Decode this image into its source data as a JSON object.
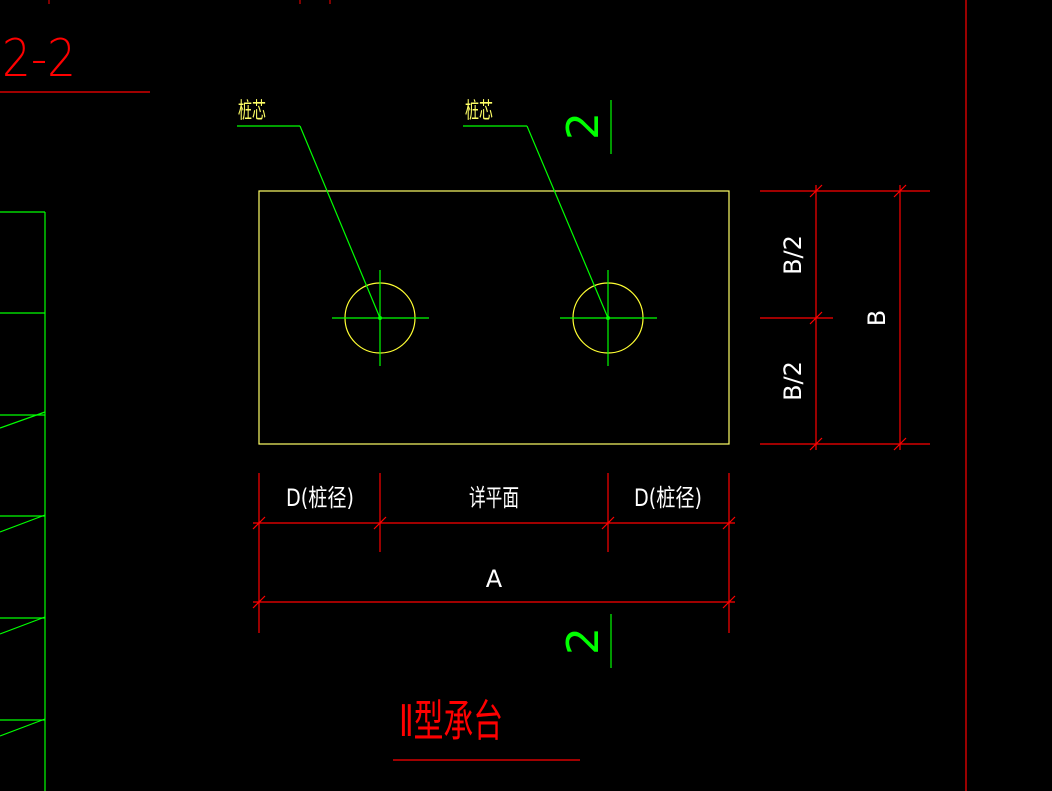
{
  "drawing": {
    "section_label": "2-2",
    "pile_center_label_left": "桩芯",
    "pile_center_label_right": "桩芯",
    "section_mark_top": "2",
    "section_mark_bottom": "2",
    "dim_right_upper": "B/2",
    "dim_right_lower": "B/2",
    "dim_right_total": "B",
    "dim_bottom_left": "D(桩径)",
    "dim_bottom_middle": "详平面",
    "dim_bottom_right": "D(桩径)",
    "dim_bottom_total": "A",
    "title": "Ⅱ型承台"
  },
  "colors": {
    "background": "#000000",
    "red": "#ff0000",
    "yellow": "#ffff66",
    "green": "#00ff00",
    "pile_circle": "#ffff33"
  }
}
